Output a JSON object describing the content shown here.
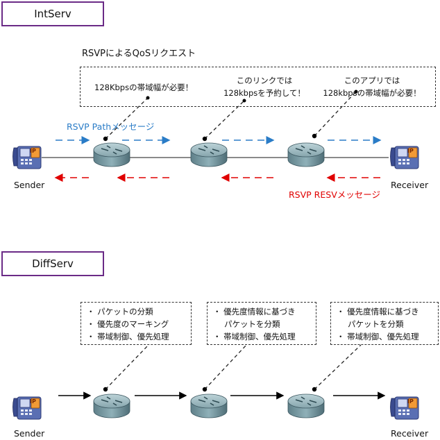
{
  "intserv": {
    "title": "IntServ",
    "header": "RSVPによるQoSリクエスト",
    "callouts": [
      {
        "text": "128Kbpsの帯域幅が必要！"
      },
      {
        "line1": "このリンクでは",
        "line2": "128kbpsを予約して！"
      },
      {
        "line1": "このアプリでは",
        "line2": "128kbpsの帯域幅が必要！"
      }
    ],
    "path_msg": "RSVP Pathメッセージ",
    "resv_msg": "RSVP RESVメッセージ",
    "sender": "Sender",
    "receiver": "Receiver",
    "colors": {
      "path": "#2a7cc7",
      "resv": "#e00000"
    }
  },
  "diffserv": {
    "title": "DiffServ",
    "callouts": [
      {
        "items": [
          "パケットの分類",
          "優先度のマーキング",
          "帯域制御、優先処理"
        ]
      },
      {
        "items": [
          "優先度情報に基づき",
          "パケットを分類",
          "帯域制御、優先処理"
        ]
      },
      {
        "items": [
          "優先度情報に基づき",
          "パケットを分類",
          "帯域制御、優先処理"
        ]
      }
    ],
    "bullet": "・",
    "sender": "Sender",
    "receiver": "Receiver"
  },
  "icons": {
    "phone": "ip-phone-icon",
    "router": "router-icon"
  },
  "phone_badge": "IP"
}
